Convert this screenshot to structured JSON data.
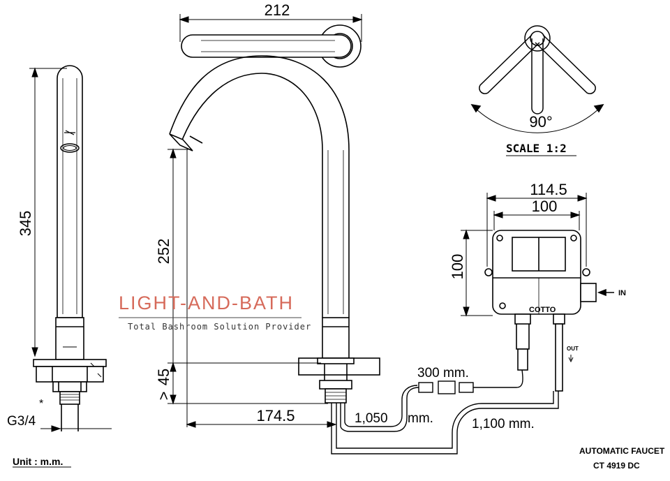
{
  "dimensions": {
    "top_width": "212",
    "height_total": "345",
    "spout_height": "252",
    "deck_thickness": "45",
    "reach": "174.5",
    "thread": "G3/4",
    "box_width_outer": "114.5",
    "box_width_inner": "100",
    "box_height": "100",
    "cable_300": "300 mm.",
    "cable_1050": "1,050",
    "cable_1050_unit": "mm.",
    "cable_1100": "1,100 mm.",
    "rotation_angle": "90°"
  },
  "labels": {
    "scale": "SCALE 1:2",
    "unit": "Unit : m.m.",
    "in": "IN",
    "out": "OUT",
    "box_brand": "COTTO",
    "product_name": "AUTOMATIC FAUCET",
    "model": "CT 4919 DC",
    "thread_marker": "*",
    "gt_prefix": ">"
  },
  "watermark": {
    "brand": "LIGHT-AND-BATH",
    "tagline": "Total Bashroom Solution Provider"
  }
}
